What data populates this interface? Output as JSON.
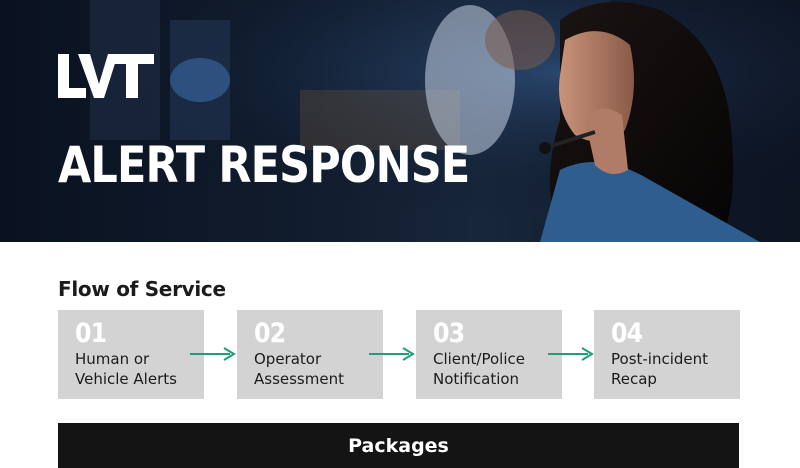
{
  "brand": {
    "logo_text": "LVT",
    "accent": "#1f9e7a"
  },
  "hero": {
    "title": "ALERT RESPONSE"
  },
  "flow": {
    "title": "Flow of Service",
    "steps": [
      {
        "number": "01",
        "label": "Human or\nVehicle Alerts"
      },
      {
        "number": "02",
        "label": "Operator\nAssessment"
      },
      {
        "number": "03",
        "label": "Client/Police\nNotification"
      },
      {
        "number": "04",
        "label": "Post-incident\nRecap"
      }
    ],
    "arrow_icon": "arrow-right-icon"
  },
  "packages": {
    "label": "Packages"
  }
}
